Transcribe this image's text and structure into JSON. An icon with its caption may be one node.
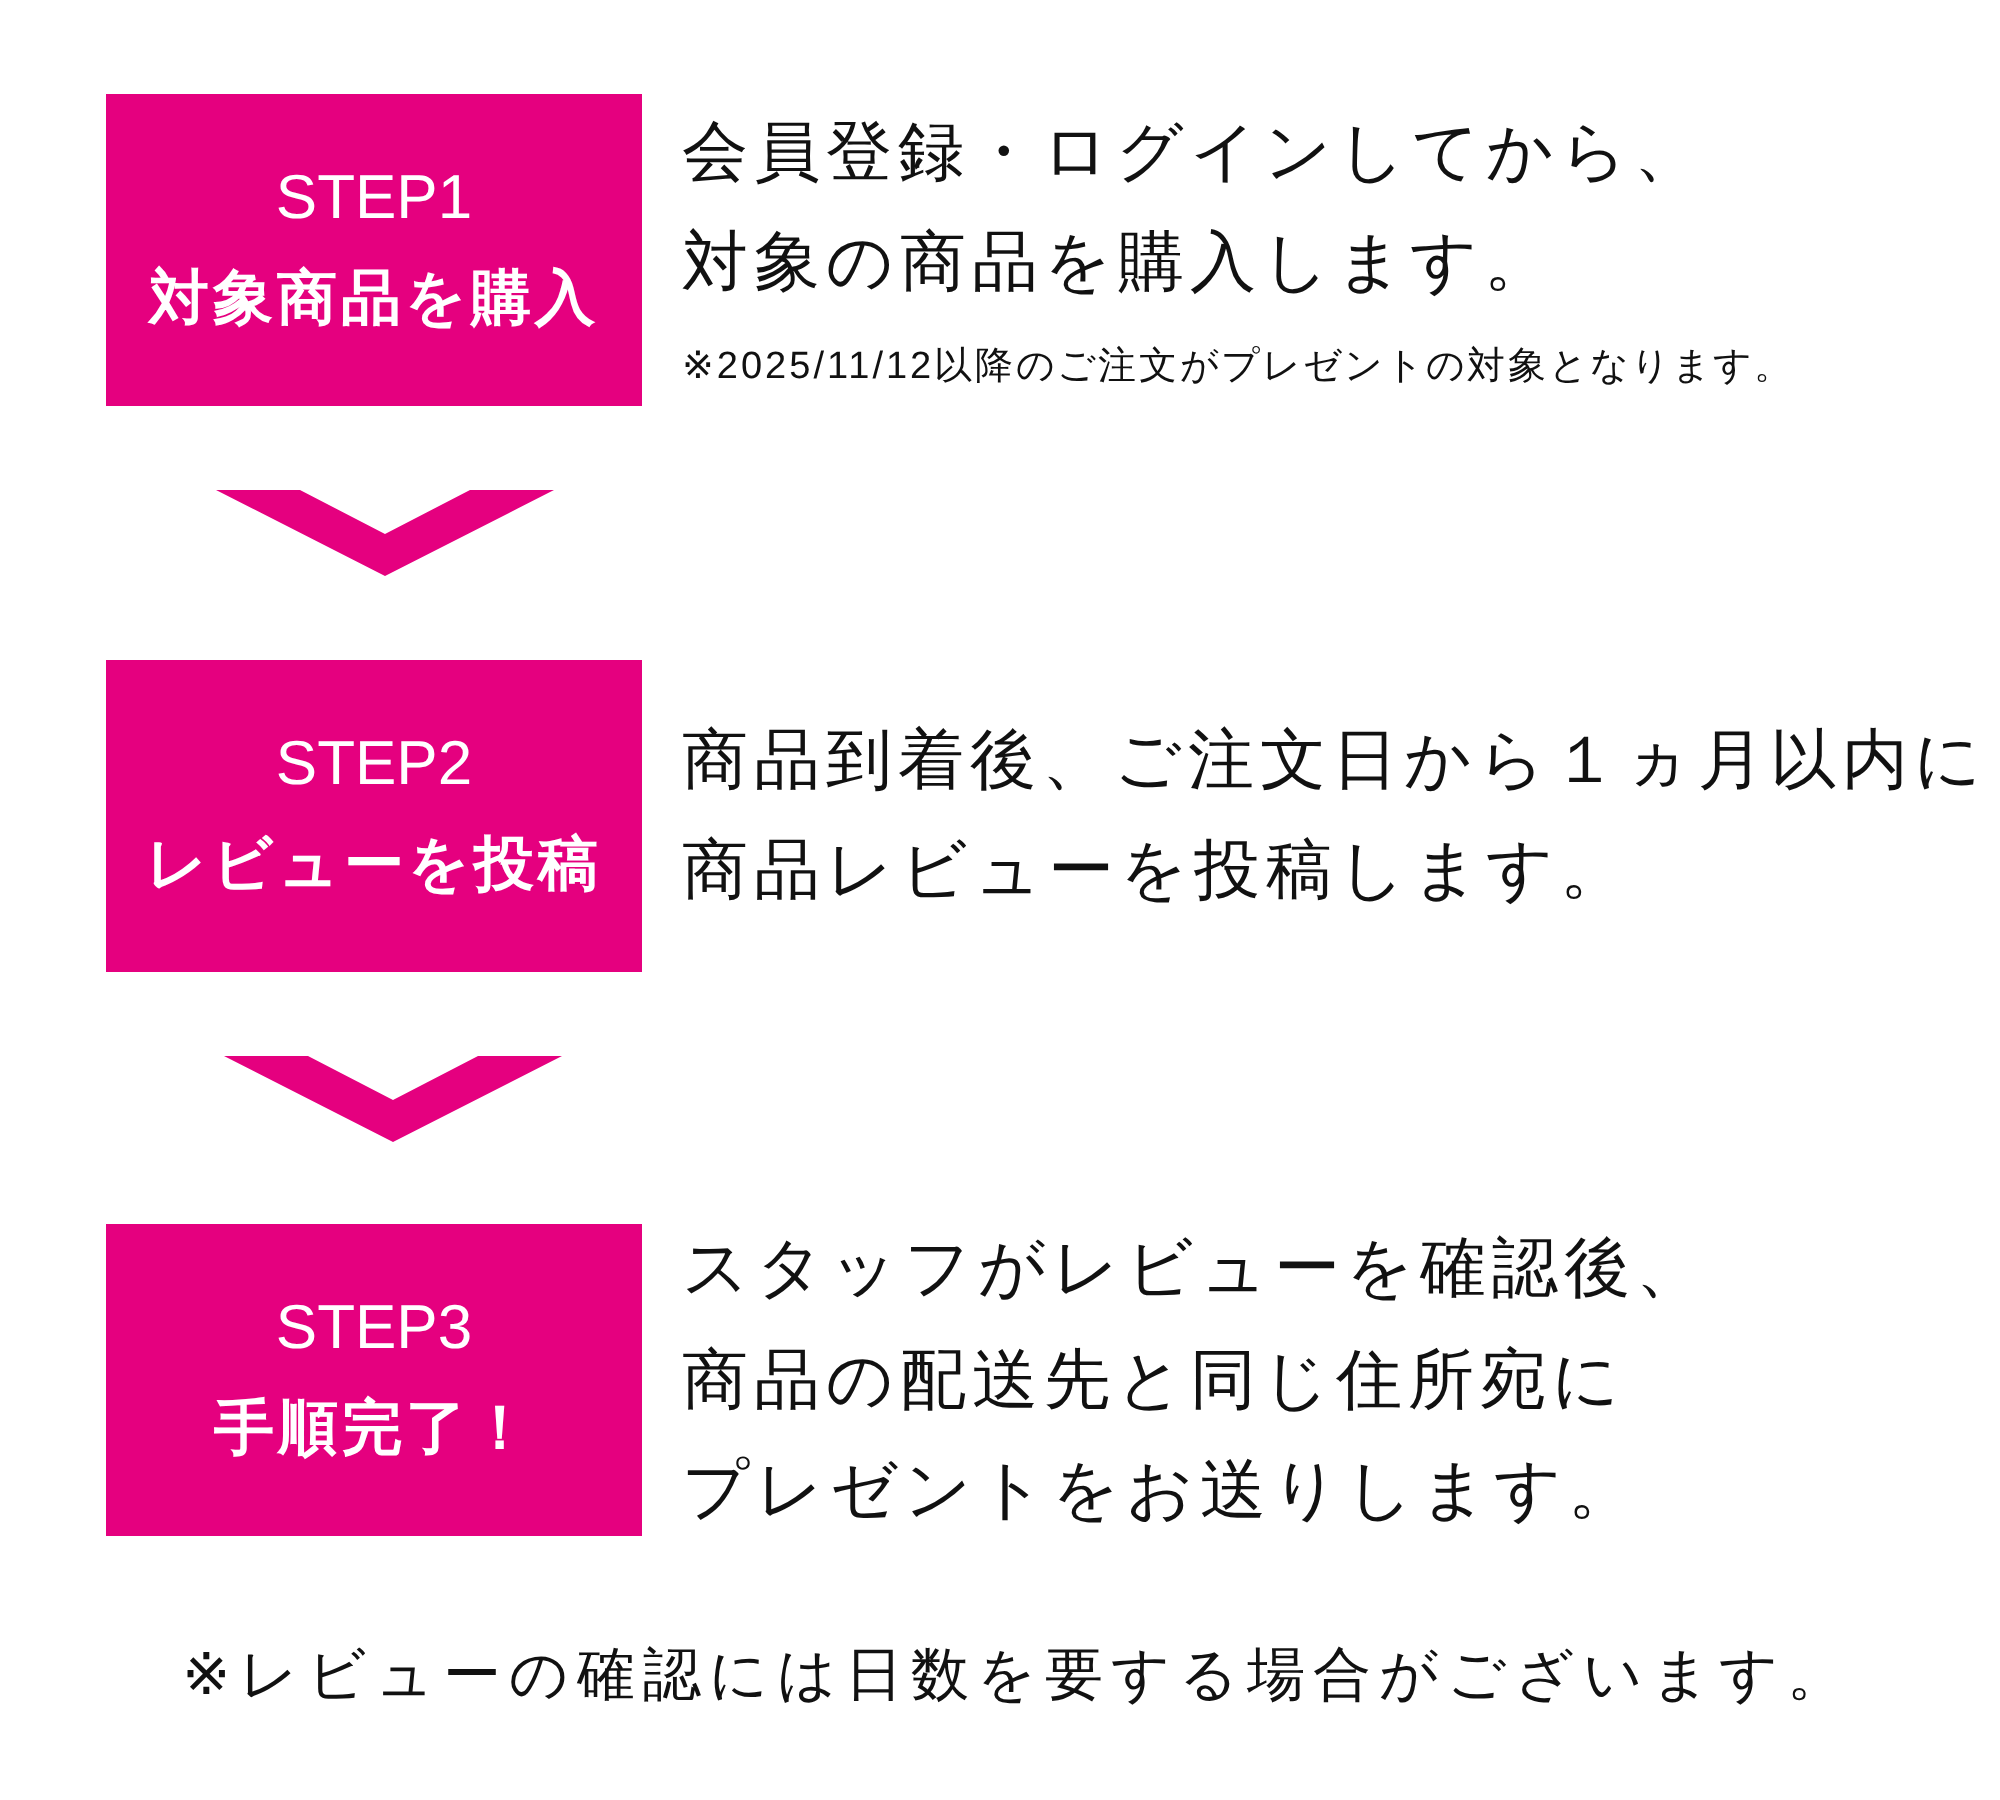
{
  "diagram": {
    "nodes": [
      {
        "text": [
          "STEP1",
          "対象商品を購入"
        ],
        "beside": [
          "会員登録・ログインしてから、対象の商品を購入します。",
          "※2025/11/12以降のご注文がプレゼントの対象となります。"
        ]
      },
      {
        "text": [
          "STEP2",
          "レビューを投稿"
        ],
        "beside": [
          "商品到着後、ご注文日から１ヵ月以内に商品レビューを投稿します。"
        ]
      },
      {
        "text": [
          "STEP3",
          "手順完了！"
        ],
        "beside": [
          "スタッフがレビューを確認後、商品の配送先と同じ住所宛にプレゼントをお送りします。"
        ]
      }
    ],
    "edges": [
      {
        "from": 0,
        "to": 1,
        "arrow": "to"
      },
      {
        "from": 1,
        "to": 2,
        "arrow": "to"
      }
    ],
    "labels": [
      "※レビューの確認には日数を要する場合がございます。"
    ]
  }
}
